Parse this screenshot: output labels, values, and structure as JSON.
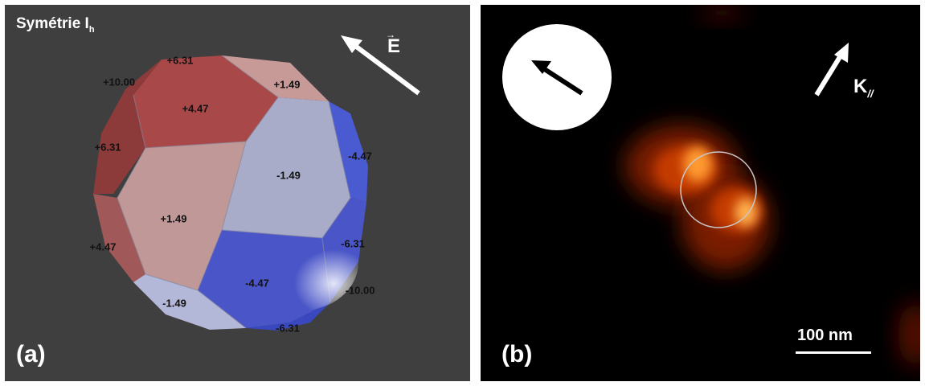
{
  "panel_a": {
    "label": "(a)",
    "title": "Symétrie I",
    "title_sub": "h",
    "field_label": "E",
    "field_arrow_glyph": "→",
    "faces": [
      "+6.31",
      "+10.00",
      "+4.47",
      "+1.49",
      "+6.31",
      "-4.47",
      "-1.49",
      "+1.49",
      "+4.47",
      "-6.31",
      "-4.47",
      "-10.00",
      "-1.49",
      "-6.31"
    ],
    "colors": {
      "positive": "#b04848",
      "negative": "#4a5fd8",
      "neutral": "#b8bcd8",
      "background": "#3f3f3f"
    }
  },
  "panel_b": {
    "label": "(b)",
    "wavevector_label": "K",
    "wavevector_sub": "//",
    "scale_label": "100 nm",
    "colors": {
      "background": "#000000",
      "hotspot": "#ff7a1a"
    }
  }
}
